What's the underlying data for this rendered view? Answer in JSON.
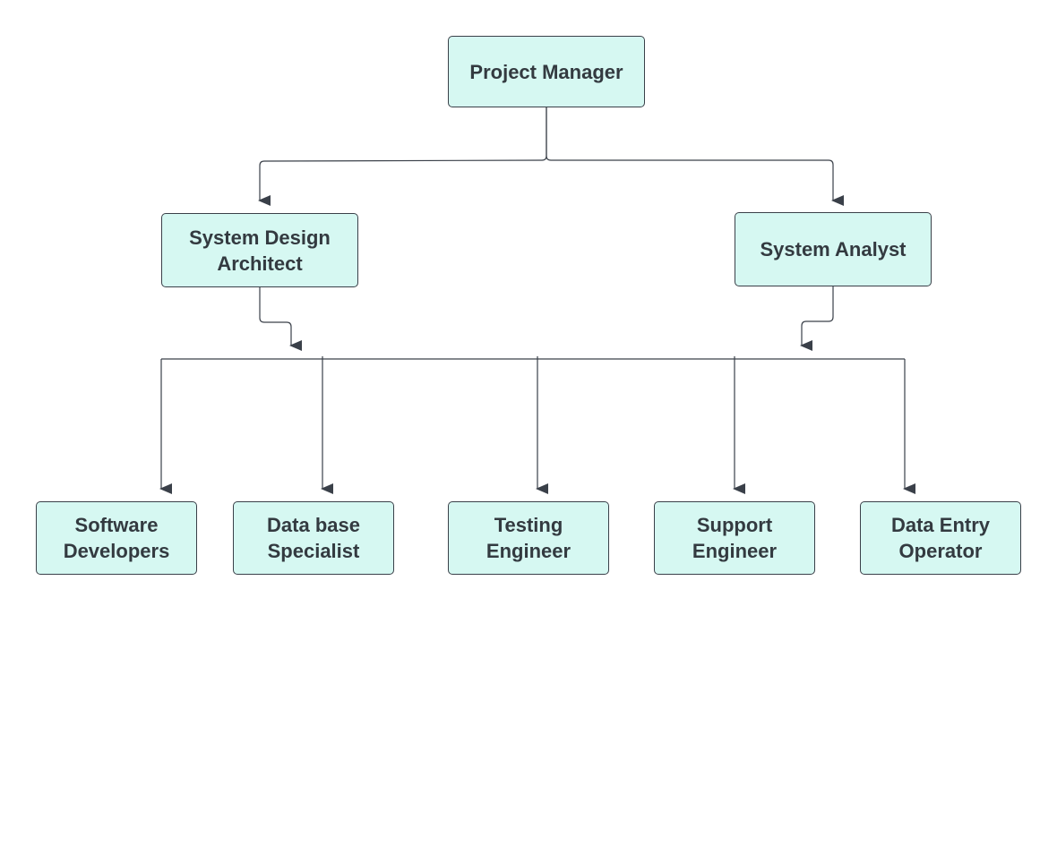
{
  "diagram": {
    "type": "org-chart",
    "colors": {
      "node_fill": "#d6f8f2",
      "node_border": "#3a4049",
      "text": "#333a40",
      "connector": "#3a4049"
    },
    "nodes": {
      "project_manager": "Project Manager",
      "system_design_architect": "System Design\nArchitect",
      "system_analyst": "System Analyst",
      "software_developers": "Software\nDevelopers",
      "database_specialist": "Data base\nSpecialist",
      "testing_engineer": "Testing\nEngineer",
      "support_engineer": "Support\nEngineer",
      "data_entry_operator": "Data Entry\nOperator"
    },
    "edges": [
      {
        "from": "project_manager",
        "to": "system_design_architect"
      },
      {
        "from": "project_manager",
        "to": "system_analyst"
      },
      {
        "from": "system_design_architect",
        "to": "team_bus"
      },
      {
        "from": "system_analyst",
        "to": "team_bus"
      },
      {
        "from": "team_bus",
        "to": "software_developers"
      },
      {
        "from": "team_bus",
        "to": "database_specialist"
      },
      {
        "from": "team_bus",
        "to": "testing_engineer"
      },
      {
        "from": "team_bus",
        "to": "support_engineer"
      },
      {
        "from": "team_bus",
        "to": "data_entry_operator"
      }
    ]
  }
}
